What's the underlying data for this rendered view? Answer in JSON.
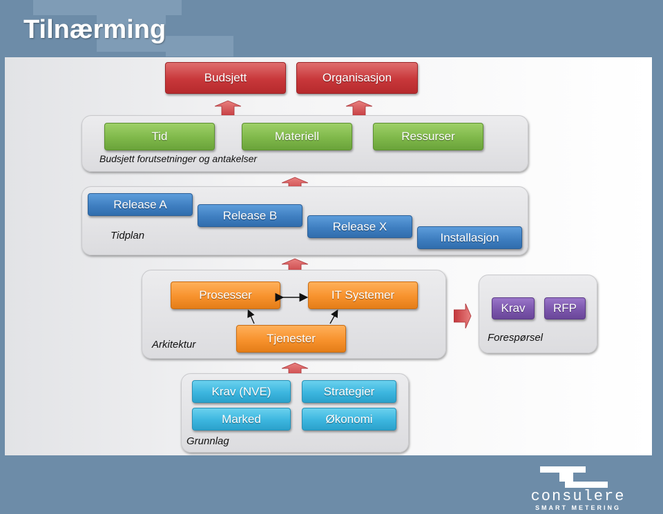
{
  "slide": {
    "title": "Tilnærming"
  },
  "top": {
    "budget": "Budsjett",
    "organization": "Organisasjon"
  },
  "assumptions": {
    "label": "Budsjett forutsetninger og antakelser",
    "items": [
      "Tid",
      "Materiell",
      "Ressurser"
    ]
  },
  "schedule": {
    "label": "Tidplan",
    "items": [
      "Release A",
      "Release B",
      "Release X",
      "Installasjon"
    ]
  },
  "architecture": {
    "label": "Arkitektur",
    "processes": "Prosesser",
    "it_systems": "IT Systemer",
    "services": "Tjenester"
  },
  "request": {
    "label": "Forespørsel",
    "items": [
      "Krav",
      "RFP"
    ]
  },
  "foundation": {
    "label": "Grunnlag",
    "items": [
      "Krav (NVE)",
      "Strategier",
      "Marked",
      "Økonomi"
    ]
  },
  "logo": {
    "name": "consulere",
    "tagline": "SMART METERING"
  },
  "colors": {
    "background": "#6d8ca8",
    "red": "#c8373a",
    "green": "#7fb84a",
    "blue": "#3f7fc1",
    "orange": "#f7922d",
    "purple": "#7c57ad",
    "cyan": "#3cb6df"
  }
}
